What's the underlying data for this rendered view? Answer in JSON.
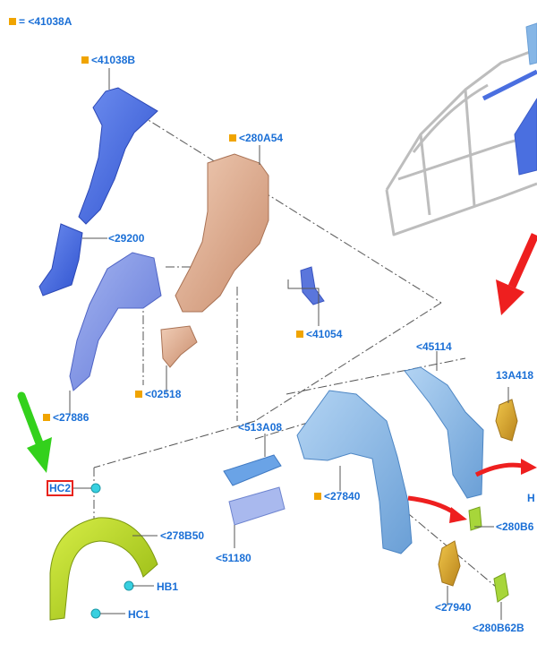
{
  "colors": {
    "label_blue": "#1a6fd6",
    "marker_orange": "#f0a400",
    "highlight_red": "#e8231d",
    "arrow_red": "#ee1f1f",
    "arrow_green": "#33d11c",
    "leader_line": "#555555",
    "part_blue": "#4a6fe0",
    "part_periwinkle": "#7f96e6",
    "part_copper": "#d9a98a",
    "part_lightblue": "#86b6e6",
    "part_yellowgreen": "#b9d81b",
    "part_gold": "#d8a52b",
    "part_lime": "#a7d63a",
    "clip_cyan": "#38d0e0",
    "frame_gray": "#c9c9c9"
  },
  "legend": {
    "text": "= <41038A"
  },
  "labels": {
    "p41038B": "<41038B",
    "p280A54": "<280A54",
    "p29200": "<29200",
    "p41054": "<41054",
    "p02518": "<02518",
    "p27886": "<27886",
    "p45114": "<45114",
    "p13A418": "13A418",
    "p513A08": "<513A08",
    "p27840": "<27840",
    "p51180": "<51180",
    "p280B6": "<280B6",
    "pHC2": "HC2",
    "p278B50": "<278B50",
    "pHB1": "HB1",
    "pHC1": "HC1",
    "p27940": "<27940",
    "p280B62B": "<280B62B",
    "pH": "H"
  }
}
